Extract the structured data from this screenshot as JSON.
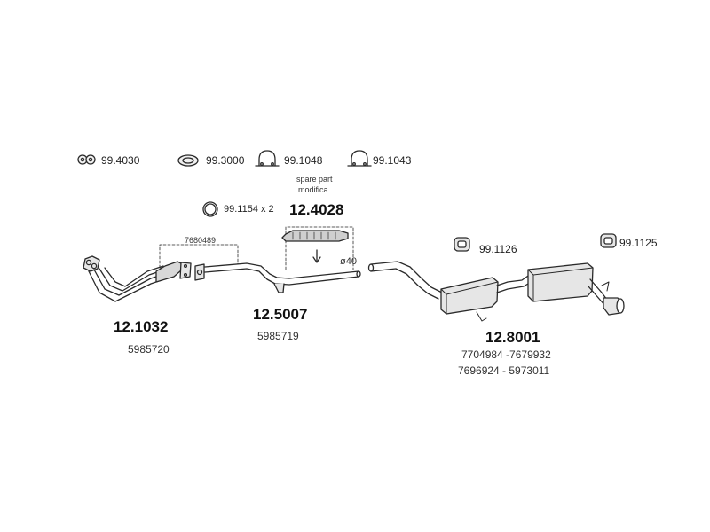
{
  "accessories": [
    {
      "code": "99.4030"
    },
    {
      "code": "99.3000"
    },
    {
      "code": "99.1048"
    },
    {
      "code": "99.1043"
    },
    {
      "code": "99.1154 x 2"
    },
    {
      "code": "99.1126"
    },
    {
      "code": "99.1125"
    }
  ],
  "spare_note": {
    "line1": "spare part",
    "line2": "modifica"
  },
  "parts": {
    "p4028": {
      "code": "12.4028"
    },
    "p1032": {
      "code": "12.1032",
      "oem": "5985720"
    },
    "p5007": {
      "code": "12.5007",
      "oem": "5985719"
    },
    "p8001": {
      "code": "12.8001",
      "oem1": "7704984 -7679932",
      "oem2": "7696924 - 5973011"
    }
  },
  "ref_7680489": "7680489",
  "diameter": "ø40",
  "colors": {
    "line": "#2a2a2a",
    "fill_light": "#e6e6e6",
    "fill_mid": "#cfcfcf"
  }
}
